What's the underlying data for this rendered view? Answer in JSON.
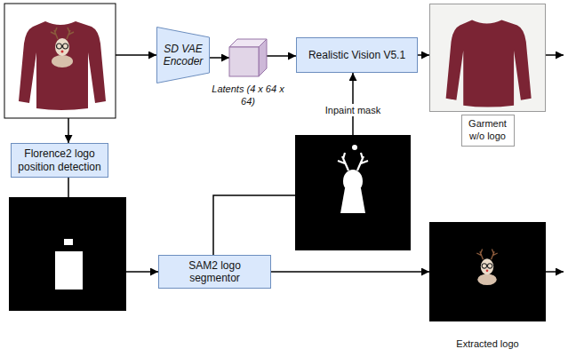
{
  "diagram": {
    "nodes": [
      {
        "text": [
          "SD VAE Encoder"
        ]
      },
      {
        "text": [
          "Latents (4 x 64 x 64)"
        ]
      },
      {
        "text": [
          "Realistic Vision V5.1"
        ]
      },
      {
        "text": [
          "Garment w/o logo"
        ]
      },
      {
        "text": [
          "Florence2 logo position detection"
        ]
      },
      {
        "text": [
          "SAM2 logo segmentor"
        ]
      },
      {
        "text": [
          "Extracted logo"
        ]
      }
    ],
    "edges": [
      {
        "from": 0,
        "to": 1,
        "arrow": "to"
      },
      {
        "from": 1,
        "to": 2,
        "arrow": "to"
      },
      {
        "from": 2,
        "to": 3,
        "arrow": "to"
      },
      {
        "from": 5,
        "to": 6,
        "arrow": "to"
      }
    ],
    "labels": [
      "Inpaint mask"
    ]
  }
}
